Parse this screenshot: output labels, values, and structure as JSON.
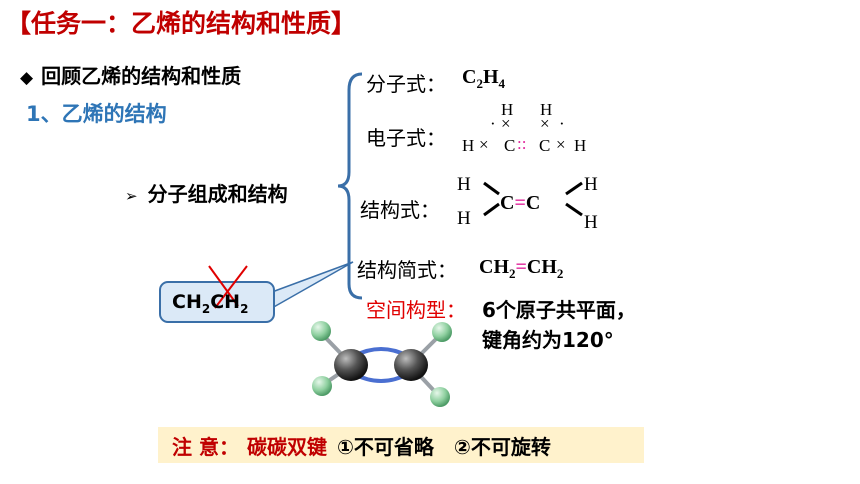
{
  "title": "【任务一：乙烯的结构和性质】",
  "bullet": {
    "marker": "◆",
    "text": "回顾乙烯的结构和性质"
  },
  "subheading": "1、乙烯的结构",
  "arrow_item": {
    "marker": "➢",
    "text": "分子组成和结构"
  },
  "rows": {
    "molecular": {
      "label": "分子式："
    },
    "electronic": {
      "label": "电子式："
    },
    "structural": {
      "label": "结构式："
    },
    "simplified": {
      "label": "结构简式："
    },
    "spatial": {
      "label": "空间构型：",
      "line1": "6个原子共平面，",
      "line2": "键角约为120°"
    }
  },
  "electron_formula": {
    "top_h1": "H",
    "top_h2": "H",
    "bottom_left": "H",
    "bottom_c1": "C",
    "bottom_c2": "C",
    "bottom_right": "H",
    "cross": "×",
    "dot": "·",
    "colon_dots": "::"
  },
  "structural_formula": {
    "h": "H",
    "c": "C",
    "bond": "="
  },
  "callout": {
    "text_ch": "CH",
    "sub": "2",
    "text_ch2": "CH"
  },
  "note": {
    "label": "注 意：",
    "text1": "碳碳双键",
    "item1": "①不可省略",
    "item2": "②不可旋转"
  },
  "colors": {
    "title": "#c00000",
    "subheading": "#2e75b6",
    "accent_red": "#e00000",
    "bond_pink": "#e0249b",
    "callout_fill": "#dbe9f7",
    "callout_border": "#3a6fa8",
    "note_bg": "#fff2cc"
  }
}
